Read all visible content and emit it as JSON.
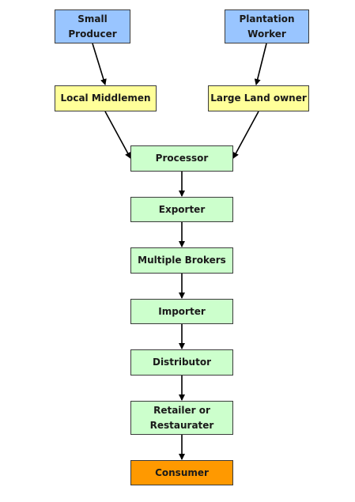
{
  "colors": {
    "source": "#99c5ff",
    "intermediary": "#ffff99",
    "chain": "#ccffcc",
    "consumer": "#ff9900",
    "border": "#3b3b3b",
    "arrow": "#000000"
  },
  "nodes": {
    "small_producer": "Small\nProducer",
    "plantation_worker": "Plantation\nWorker",
    "local_middlemen": "Local Middlemen",
    "large_land_owner": "Large Land owner",
    "processor": "Processor",
    "exporter": "Exporter",
    "multiple_brokers": "Multiple Brokers",
    "importer": "Importer",
    "distributor": "Distributor",
    "retailer": "Retailer or\nRestaurater",
    "consumer": "Consumer"
  }
}
